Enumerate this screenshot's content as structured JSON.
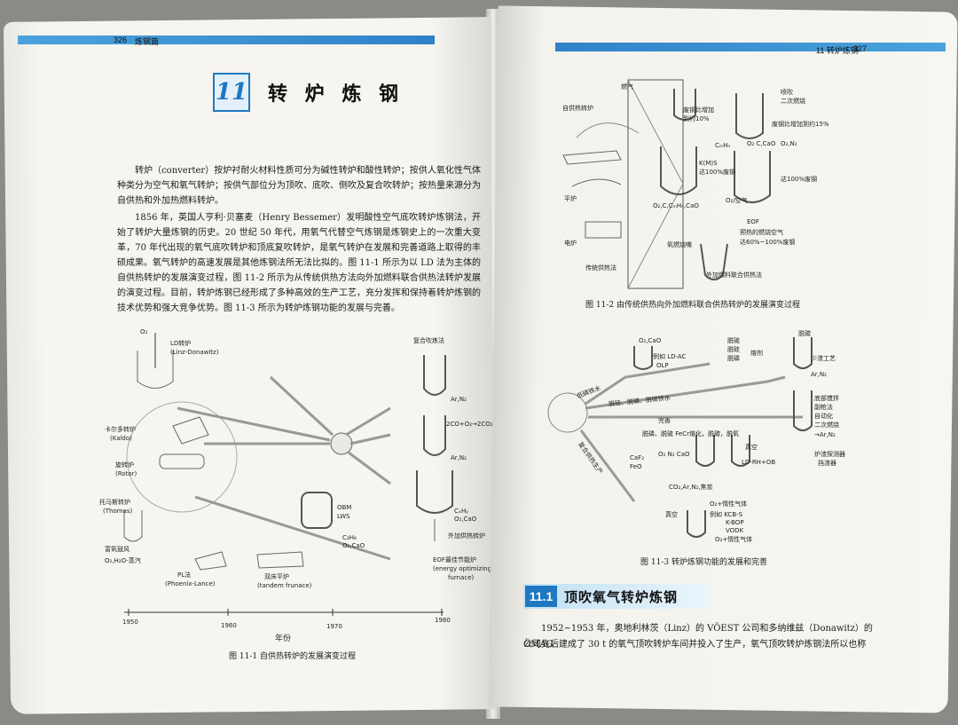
{
  "left_page": {
    "page_number": "326",
    "running_head": "炼钢篇",
    "chapter_number": "11",
    "chapter_title": "转 炉 炼 钢",
    "paragraphs": [
      "转炉（converter）按炉衬耐火材料性质可分为碱性转炉和酸性转炉；按供人氧化性气体种类分为空气和氧气转炉；按供气部位分为顶吹、底吹、侧吹及复合吹转炉；按热量来源分为自供热和外加热燃料转炉。",
      "1856 年，英国人亨利·贝塞麦（Henry Bessemer）发明酸性空气底吹转炉炼钢法，开始了转炉大量炼钢的历史。20 世纪 50 年代，用氧气代替空气炼钢是炼钢史上的一次重大变革，70 年代出现的氧气底吹转炉和顶底复吹转炉，是氧气转炉在发展和完善道路上取得的丰硕成果。氧气转炉的高速发展是其他炼钢法所无法比拟的。图 11-1 所示为以 LD 法为主体的自供热转炉的发展演变过程，图 11-2 所示为从传统供热方法向外加燃料联合供热法转炉发展的演变过程。目前，转炉炼钢已经形成了多种高效的生产工艺，充分发挥和保持着转炉炼钢的技术优势和强大竞争优势。图 11-3 所示为转炉炼钢功能的发展与完善。"
    ],
    "figure_11_1": {
      "labels": {
        "ld": "LD转炉",
        "ld_en": "(Linz-Donawitz)",
        "kaldo": "卡尔多转炉",
        "kaldo_en": "(Kaldo)",
        "rotor": "旋转炉",
        "rotor_en": "(Rotor)",
        "thomas": "托马斯转炉",
        "thomas_en": "(Thomas)",
        "rich_air": "富氧鼓风",
        "rich_air_gas": "O₂,H₂O-蒸汽",
        "pl": "PL法",
        "pl_en": "(Phoenix-Lance)",
        "tandem": "双床平炉",
        "tandem_en": "(tandem frunace)",
        "obm": "OBM",
        "lws": "LWS",
        "obm_gas1": "C₃H₈",
        "obm_gas2": "O₂,CaO",
        "combined": "复合吹炼法",
        "ar_n2_1": "Ar,N₂",
        "co_line": "2CO+O₂→2CO₂",
        "ar_n2_2": "Ar,N₂",
        "cxhy": "CₓHᵧ",
        "o2cao": "O₂,CaO",
        "external": "外加供热转炉",
        "eof": "EOF最佳节能炉",
        "eof_en1": "(energy optimizing",
        "eof_en2": "furnace)",
        "o2": "O₂"
      },
      "axis": {
        "label": "年份",
        "ticks": [
          "1950",
          "1960",
          "1970",
          "1980"
        ]
      },
      "caption": "图 11-1   自供热转炉的发展演变过程"
    }
  },
  "right_page": {
    "page_number": "327",
    "running_head": "11  转炉炼钢",
    "figure_11_2": {
      "labels": {
        "self_heat": "自供热转炉",
        "flat": "平炉",
        "electric": "电炉",
        "traditional": "传统供热法",
        "fuel": "燃气",
        "scrap_ratio_1a": "废钢比增加",
        "scrap_ratio_1b": "到约10%",
        "kms": "K(M)S",
        "scrap_100": "达100%废钢",
        "gas_mix": "O₂,C,CₘHₙ,CaO",
        "blow": "喷吹",
        "secondary": "二次燃烧",
        "scrap_15": "废钢比增加到约15%",
        "c_cao": "O₂ C,CaO",
        "cmhn": "CₘHₙ",
        "o2n2": "O₂,N₂",
        "scrap_100b": "达100%废钢",
        "o2_air": "O₂/空气",
        "eof": "EOF",
        "preheat": "预热的燃烧空气",
        "scrap_60": "达60%~100%废钢",
        "oxy_burner": "氧燃烧嘴",
        "combined_fuel": "外加燃料联合供热法"
      },
      "caption": "图 11-2   由传统供热向外加燃料联合供热转炉的发展演变过程"
    },
    "figure_11_3": {
      "labels": {
        "o2cao": "O₂,CaO",
        "ld_ac": "例如 LD-AC",
        "olp": "OLP",
        "dephos_iron": "低磷铁水",
        "desulf": "脱硅、脱磷、脱硫铁水",
        "complete": "完善",
        "composite": "复合供热生产",
        "desulf2": "脱硫",
        "desil": "脱硅",
        "dephos": "脱磷",
        "flux": "熔剂",
        "dephos_r": "脱碳",
        "less_slag": "少渣工艺",
        "arn2_a": "Ar,N₂",
        "bottom_stir": "底部搅拌",
        "sub_gun": "副枪法",
        "auto": "自动化",
        "post_comb": "二次燃烧",
        "arn2_b": "→Ar,N₂",
        "row_labels": "脱磷、脱硫  FeCr熔化，脱碳，脱氧",
        "vacuum": "真空",
        "caf2": "CaF₂",
        "feo": "FeO",
        "o2n2cao": "O₂  N₂  CaO",
        "ld_rh": "LD-RH+OB",
        "slag_det": "炉渣探测器",
        "slag_stop": "挡渣器",
        "co2arn2": "CO₂,Ar,N₂,焦炭",
        "vacuum2": "真空",
        "o2_inert": "O₂+惰性气体",
        "kcb": "例如 KCB-S",
        "kbop": "K-BOP",
        "vodk": "VODK",
        "o2_inert2": "O₂+惰性气体"
      },
      "caption": "图 11-3   转炉炼钢功能的发展和完善"
    },
    "section": {
      "number": "11.1",
      "title": "顶吹氧气转炉炼钢"
    },
    "paragraphs": [
      "1952~1953 年，奥地利林茨（Linz）的 VÖEST 公司和多纳维兹（Donawitz）的 ÖMAG",
      "公司先后建成了 30 t 的氧气顶吹转炉车间并投入了生产，氧气顶吹转炉炼钢法所以也称"
    ]
  }
}
